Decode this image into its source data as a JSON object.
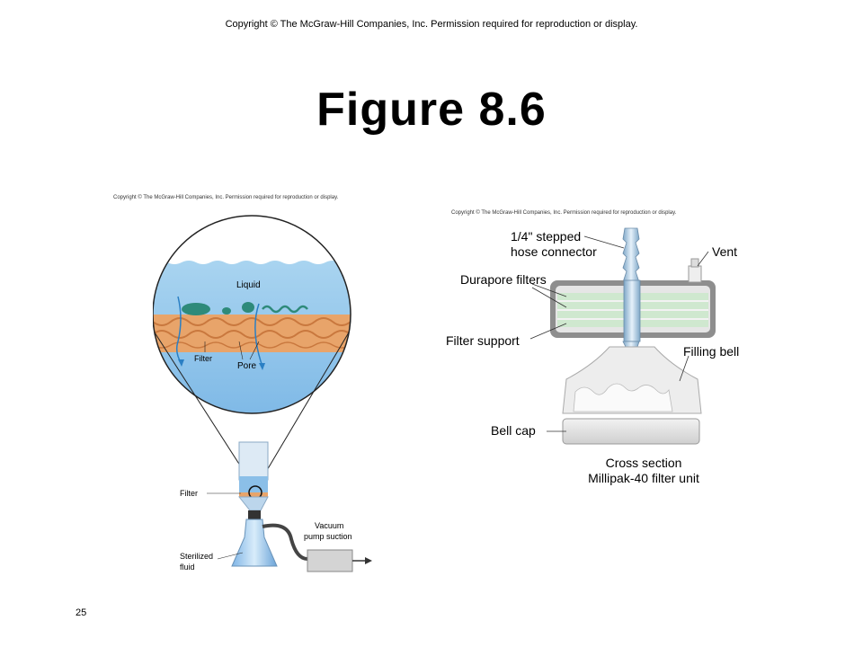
{
  "header": {
    "copyright": "Copyright © The McGraw-Hill Companies, Inc. Permission required for reproduction or display."
  },
  "title": "Figure 8.6",
  "left_figure": {
    "copyright": "Copyright © The McGraw-Hill Companies, Inc. Permission required for reproduction or display.",
    "labels": {
      "liquid": "Liquid",
      "filter_inset": "Filter",
      "pore": "Pore",
      "filter": "Filter",
      "vacuum_1": "Vacuum",
      "vacuum_2": "pump suction",
      "sterilized_1": "Sterilized",
      "sterilized_2": "fluid"
    }
  },
  "right_figure": {
    "copyright": "Copyright © The McGraw-Hill Companies, Inc. Permission required for reproduction or display.",
    "labels": {
      "hose_1": "1/4\" stepped",
      "hose_2": "hose connector",
      "vent": "Vent",
      "durapore": "Durapore filters",
      "filter_support": "Filter support",
      "filling_bell": "Filling bell",
      "bell_cap": "Bell cap",
      "caption_1": "Cross section",
      "caption_2": "Millipak-40 filter unit"
    }
  },
  "footer": {
    "slide_number": "25"
  }
}
